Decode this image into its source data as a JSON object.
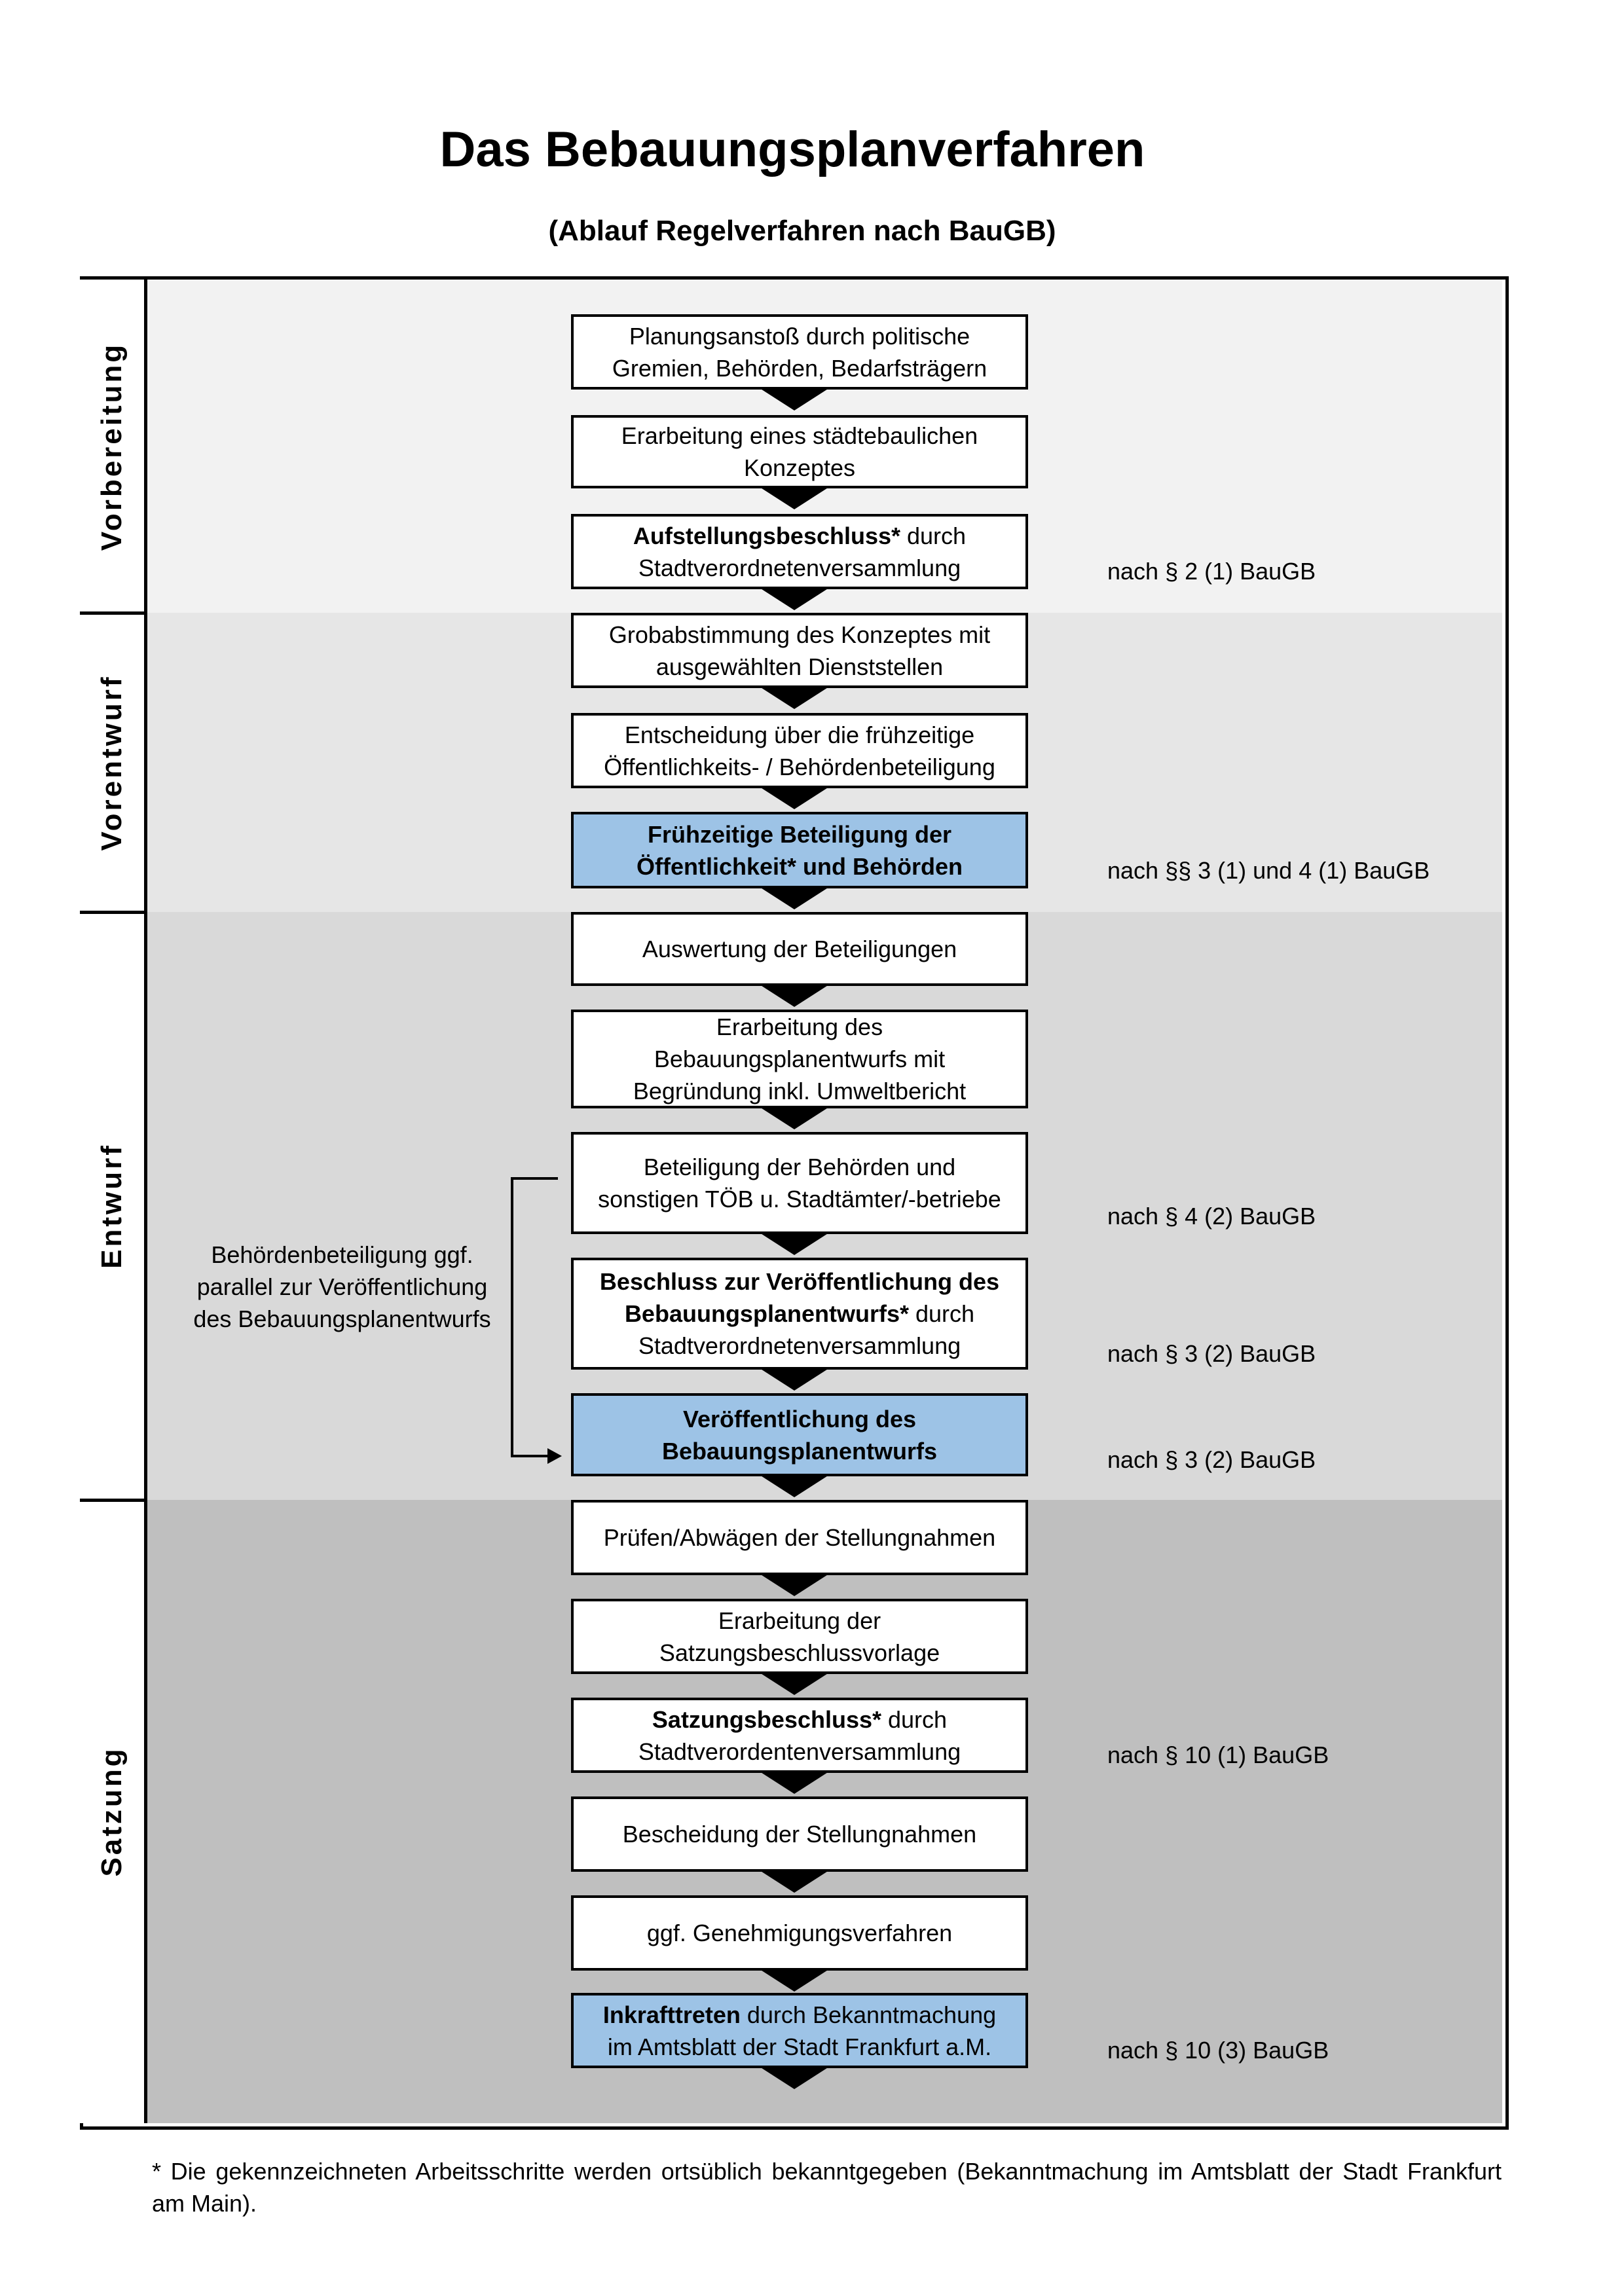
{
  "title": "Das Bebauungsplanverfahren",
  "subtitle": "(Ablauf Regelverfahren nach BauGB)",
  "colors": {
    "box_highlight": "#9dc3e6",
    "vorbereitung_bg": "#f2f2f2",
    "vorentwurf_bg": "#e6e6e6",
    "entwurf_bg": "#d9d9d9",
    "satzung_bg": "#bfbfbf"
  },
  "phases": [
    {
      "label": "Vorbereitung"
    },
    {
      "label": "Vorentwurf"
    },
    {
      "label": "Entwurf"
    },
    {
      "label": "Satzung"
    }
  ],
  "steps": [
    {
      "highlight": false,
      "lines": [
        [
          {
            "t": "Planungsanstoß durch politische"
          }
        ],
        [
          {
            "t": "Gremien, Behörden, Bedarfsträgern"
          }
        ]
      ]
    },
    {
      "highlight": false,
      "lines": [
        [
          {
            "t": "Erarbeitung eines städtebaulichen"
          }
        ],
        [
          {
            "t": "Konzeptes"
          }
        ]
      ]
    },
    {
      "highlight": false,
      "lines": [
        [
          {
            "t": "Aufstellungsbeschluss*",
            "b": true
          },
          {
            "t": " durch"
          }
        ],
        [
          {
            "t": "Stadtverordnetenversammlung"
          }
        ]
      ]
    },
    {
      "highlight": false,
      "lines": [
        [
          {
            "t": "Grobabstimmung des Konzeptes mit"
          }
        ],
        [
          {
            "t": "ausgewählten Dienststellen"
          }
        ]
      ]
    },
    {
      "highlight": false,
      "lines": [
        [
          {
            "t": "Entscheidung über die frühzeitige"
          }
        ],
        [
          {
            "t": "Öffentlichkeits- / Behördenbeteiligung"
          }
        ]
      ]
    },
    {
      "highlight": true,
      "lines": [
        [
          {
            "t": "Frühzeitige Beteiligung der",
            "b": true
          }
        ],
        [
          {
            "t": "Öffentlichkeit* und Behörden",
            "b": true
          }
        ]
      ]
    },
    {
      "highlight": false,
      "lines": [
        [
          {
            "t": "Auswertung der Beteiligungen"
          }
        ]
      ]
    },
    {
      "highlight": false,
      "lines": [
        [
          {
            "t": "Erarbeitung des"
          }
        ],
        [
          {
            "t": "Bebauungsplanentwurfs mit"
          }
        ],
        [
          {
            "t": "Begründung inkl. Umweltbericht"
          }
        ]
      ]
    },
    {
      "highlight": false,
      "lines": [
        [
          {
            "t": "Beteiligung der Behörden und"
          }
        ],
        [
          {
            "t": "sonstigen TÖB u. Stadtämter/-betriebe"
          }
        ]
      ]
    },
    {
      "highlight": false,
      "lines": [
        [
          {
            "t": "Beschluss zur Veröffentlichung des",
            "b": true
          }
        ],
        [
          {
            "t": "Bebauungsplanentwurfs*",
            "b": true
          },
          {
            "t": " durch"
          }
        ],
        [
          {
            "t": "Stadtverordnetenversammlung"
          }
        ]
      ]
    },
    {
      "highlight": true,
      "lines": [
        [
          {
            "t": "Veröffentlichung des",
            "b": true
          }
        ],
        [
          {
            "t": "Bebauungsplanentwurfs",
            "b": true
          }
        ]
      ]
    },
    {
      "highlight": false,
      "lines": [
        [
          {
            "t": "Prüfen/Abwägen der Stellungnahmen"
          }
        ]
      ]
    },
    {
      "highlight": false,
      "lines": [
        [
          {
            "t": "Erarbeitung der"
          }
        ],
        [
          {
            "t": "Satzungsbeschlussvorlage"
          }
        ]
      ]
    },
    {
      "highlight": false,
      "lines": [
        [
          {
            "t": "Satzungsbeschluss*",
            "b": true
          },
          {
            "t": " durch"
          }
        ],
        [
          {
            "t": "Stadtverordentenversammlung"
          }
        ]
      ]
    },
    {
      "highlight": false,
      "lines": [
        [
          {
            "t": "Bescheidung der Stellungnahmen"
          }
        ]
      ]
    },
    {
      "highlight": false,
      "lines": [
        [
          {
            "t": "ggf. Genehmigungsverfahren"
          }
        ]
      ]
    },
    {
      "highlight": true,
      "lines": [
        [
          {
            "t": "Inkrafttreten",
            "b": true
          },
          {
            "t": " durch Bekanntmachung"
          }
        ],
        [
          {
            "t": "im Amtsblatt der Stadt Frankfurt a.M."
          }
        ]
      ]
    }
  ],
  "legal_notes": [
    "nach § 2 (1) BauGB",
    "nach §§ 3 (1) und 4 (1) BauGB",
    "nach § 4 (2) BauGB",
    "nach § 3 (2) BauGB",
    "nach § 3 (2) BauGB",
    "nach § 10 (1) BauGB",
    "nach § 10 (3) BauGB"
  ],
  "side_note": "Behördenbeteiligung ggf. parallel zur Veröffentlichung des Bebauungsplanentwurfs",
  "footnote": "* Die gekennzeichneten Arbeitsschritte werden ortsüblich bekanntgegeben (Bekanntmachung im Amtsblatt  der Stadt Frankfurt am Main)."
}
